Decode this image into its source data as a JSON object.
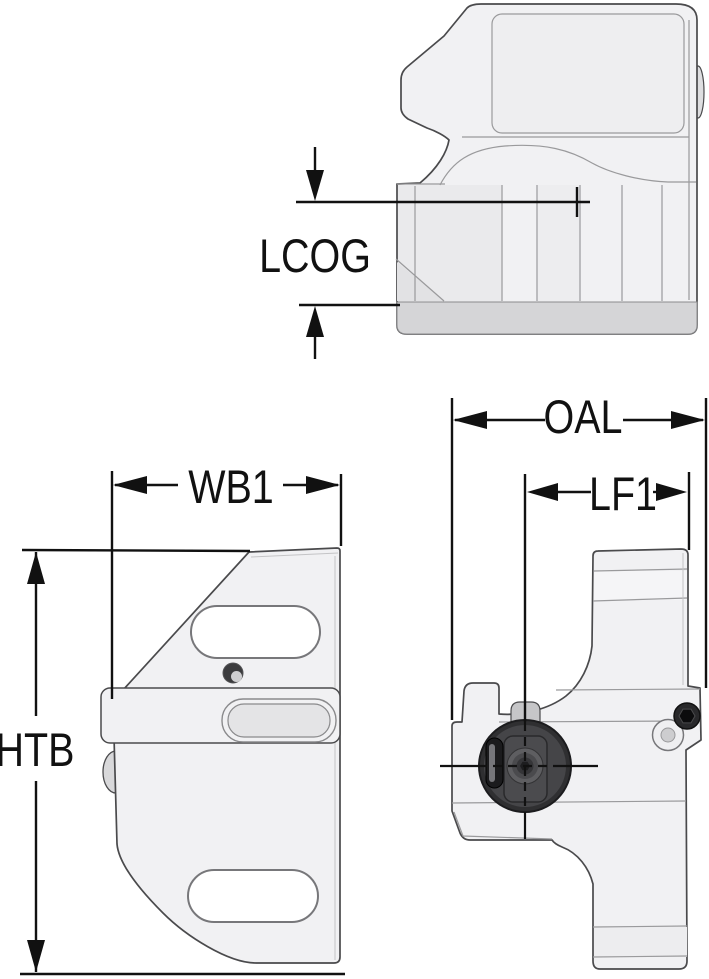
{
  "dimension_labels": {
    "lcog": "LCOG",
    "wb1": "WB1",
    "htb": "HTB",
    "oal": "OAL",
    "lf1": "LF1"
  },
  "colors": {
    "background": "#ffffff",
    "line": "#111111",
    "edge": "#4a4a4c",
    "inner": "#9a9a9c",
    "fill": "#f1f1f3",
    "panel": "#eeeef0",
    "strip": "#d5d5d7",
    "knob-dark": "#2f2f31",
    "knob-mid": "#4b4b4e"
  }
}
